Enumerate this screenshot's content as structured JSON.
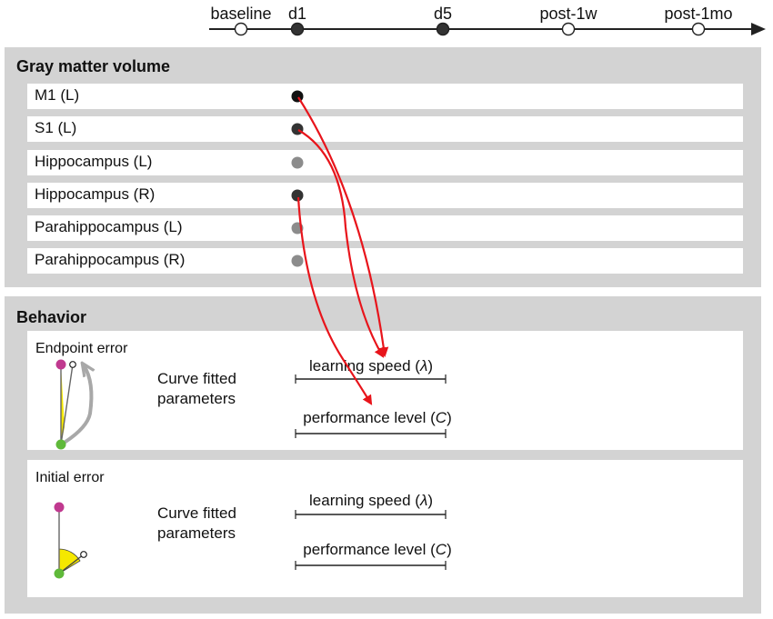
{
  "timeline": {
    "points": [
      {
        "label": "baseline",
        "filled": false
      },
      {
        "label": "d1",
        "filled": true
      },
      {
        "label": "d5",
        "filled": true
      },
      {
        "label": "post-1w",
        "filled": false
      },
      {
        "label": "post-1mo",
        "filled": false
      }
    ]
  },
  "gray_matter": {
    "title": "Gray matter volume",
    "regions": [
      {
        "label": "M1 (L)",
        "color": "#111111"
      },
      {
        "label": "S1 (L)",
        "color": "#333333"
      },
      {
        "label": "Hippocampus (L)",
        "color": "#8c8c8c"
      },
      {
        "label": "Hippocampus (R)",
        "color": "#333333"
      },
      {
        "label": "Parahippocampus (L)",
        "color": "#8c8c8c"
      },
      {
        "label": "Parahippocampus (R)",
        "color": "#8c8c8c"
      }
    ]
  },
  "behavior": {
    "title": "Behavior",
    "endpoint": {
      "title": "Endpoint error",
      "cfp_line1": "Curve fitted",
      "cfp_line2": "parameters",
      "param1_text": "learning speed (",
      "param1_sym": "λ",
      "param1_close": ")",
      "param2_text": "performance level (",
      "param2_sym": "C",
      "param2_close": ")"
    },
    "initial": {
      "title": "Initial error",
      "cfp_line1": "Curve fitted",
      "cfp_line2": "parameters",
      "param1_text": "learning speed (",
      "param1_sym": "λ",
      "param1_close": ")",
      "param2_text": "performance level (",
      "param2_sym": "C",
      "param2_close": ")"
    }
  },
  "colors": {
    "panel_bg": "#d3d3d3",
    "arrow": "#e8141b",
    "target": "#c0398f",
    "start": "#5fb93a",
    "angle_fill": "#f5e800"
  }
}
